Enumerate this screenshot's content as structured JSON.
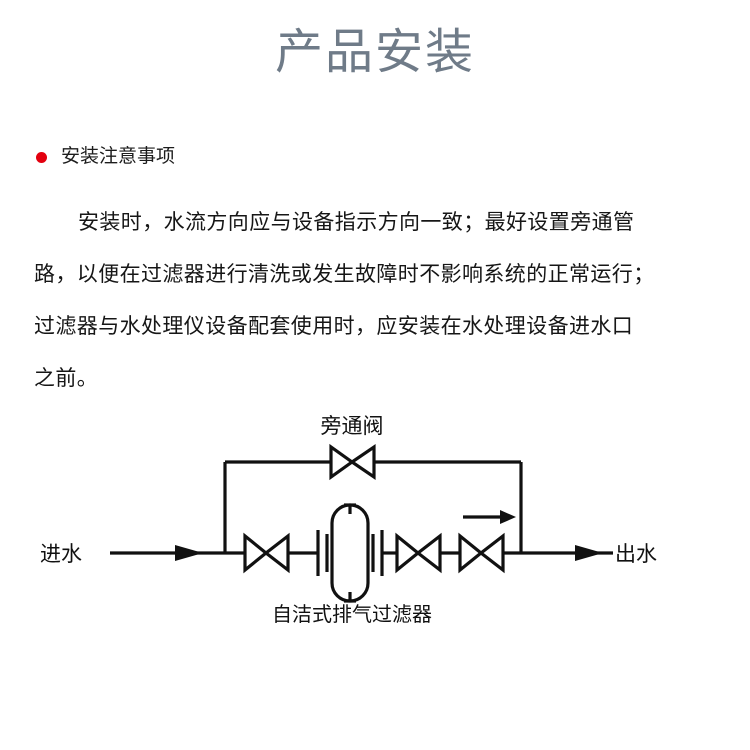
{
  "document": {
    "title": "产品安装",
    "title_color": "#6f7b88",
    "background_color": "#ffffff"
  },
  "section": {
    "bullet_color": "#e3000f",
    "heading": "安装注意事项",
    "paragraph_lines": [
      "安装时，水流方向应与设备指示方向一致；最好设置旁通管",
      "路，以便在过滤器进行清洗或发生故障时不影响系统的正常运行；",
      "过滤器与水处理仪设备配套使用时，应安装在水处理设备进水口",
      "之前。"
    ]
  },
  "diagram": {
    "type": "piping-schematic",
    "line_color": "#111111",
    "labels": {
      "bypass_valve": "旁通阀",
      "inlet": "进水",
      "outlet": "出水",
      "filter": "自洁式排气过滤器"
    },
    "components": [
      {
        "name": "inlet-arrow",
        "kind": "flow-arrow",
        "direction": "right"
      },
      {
        "name": "inlet-valve",
        "kind": "gate-valve"
      },
      {
        "name": "filter-vessel",
        "kind": "vessel"
      },
      {
        "name": "outlet-valve-1",
        "kind": "gate-valve"
      },
      {
        "name": "outlet-valve-2",
        "kind": "gate-valve"
      },
      {
        "name": "flow-direction-arrow",
        "kind": "flow-arrow",
        "direction": "right"
      },
      {
        "name": "bypass-valve",
        "kind": "gate-valve"
      },
      {
        "name": "outlet-arrow",
        "kind": "flow-arrow",
        "direction": "right"
      }
    ]
  }
}
